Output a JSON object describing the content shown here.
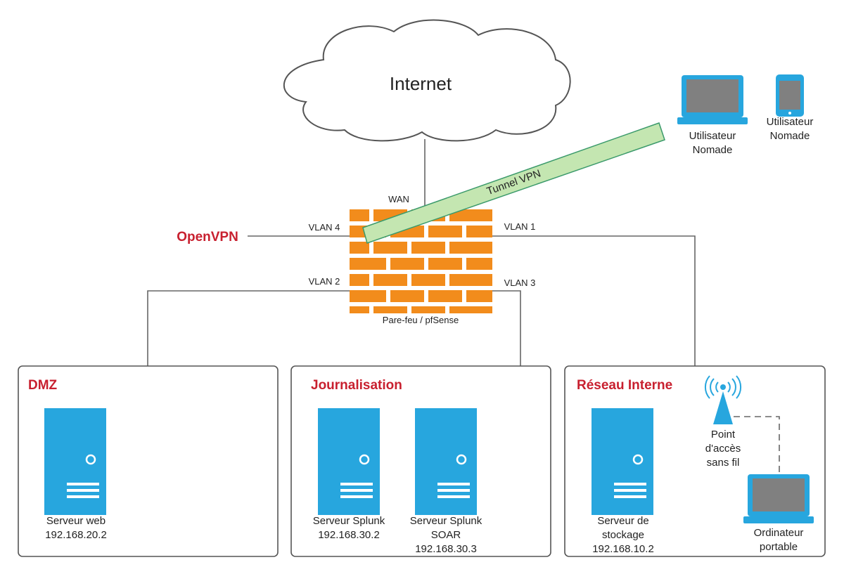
{
  "cloud": {
    "label": "Internet"
  },
  "firewall": {
    "label": "Pare-feu / pfSense",
    "wan": "WAN",
    "vlan1": "VLAN 1",
    "vlan2": "VLAN 2",
    "vlan3": "VLAN 3",
    "vlan4": "VLAN 4"
  },
  "openvpn": {
    "label": "OpenVPN"
  },
  "tunnel": {
    "label": "Tunnel VPN"
  },
  "remote_users": [
    {
      "line1": "Utilisateur",
      "line2": "Nomade",
      "icon": "laptop-icon"
    },
    {
      "line1": "Utilisateur",
      "line2": "Nomade",
      "icon": "tablet-icon"
    }
  ],
  "zones": {
    "dmz": {
      "title": "DMZ",
      "servers": [
        {
          "line1": "Serveur web",
          "line2": "192.168.20.2"
        }
      ]
    },
    "journal": {
      "title": "Journalisation",
      "servers": [
        {
          "line1": "Serveur Splunk",
          "line2": "192.168.30.2"
        },
        {
          "line1": "Serveur Splunk",
          "line2": "SOAR",
          "line3": "192.168.30.3"
        }
      ]
    },
    "internal": {
      "title": "Réseau Interne",
      "servers": [
        {
          "line1": "Serveur de",
          "line2": "stockage",
          "line3": "192.168.10.2"
        }
      ],
      "access_point": {
        "line1": "Point",
        "line2": "d'accès",
        "line3": "sans fil"
      },
      "laptop": {
        "line1": "Ordinateur",
        "line2": "portable"
      }
    }
  },
  "colors": {
    "brick": "#f28c1c",
    "server": "#27a6de",
    "tunnel": "#c4e6b1",
    "tunnel_border": "#3b9a6b",
    "zone_title": "#c8202f",
    "line": "#666666"
  }
}
